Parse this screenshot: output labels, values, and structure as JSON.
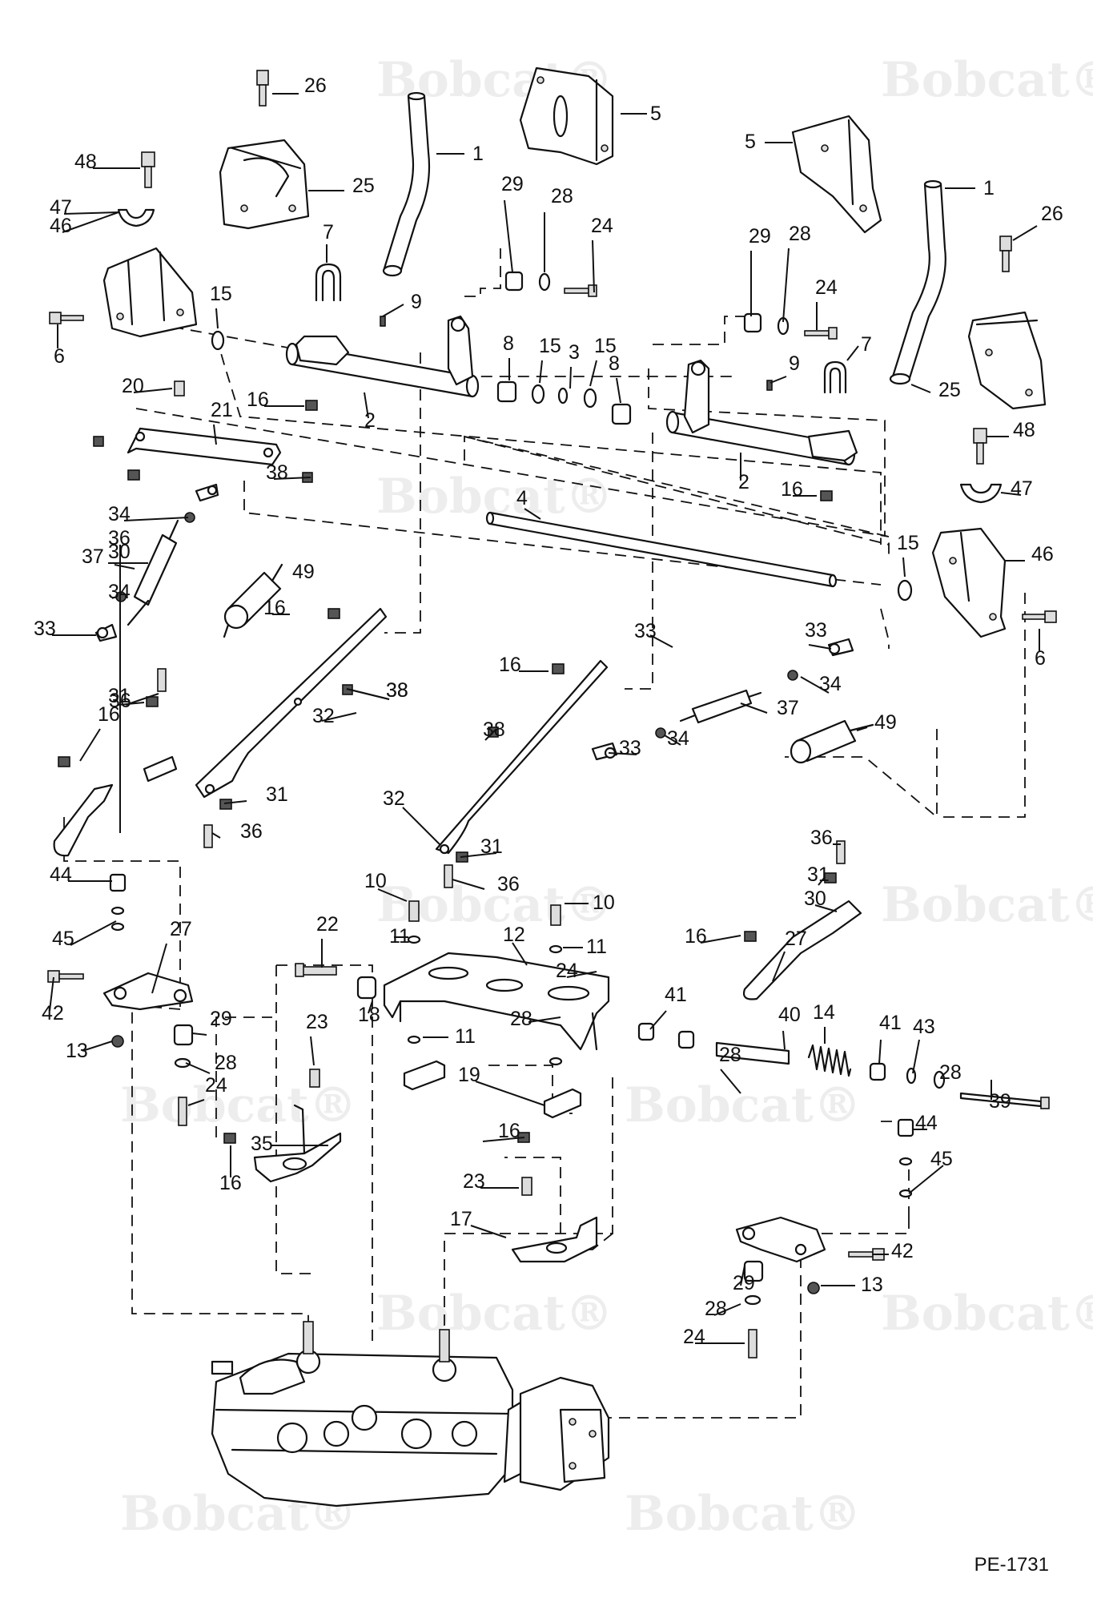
{
  "drawing_id": "PE-1731",
  "watermark": {
    "brand": "Bobcat",
    "mark": "®"
  },
  "callouts": [
    "1",
    "2",
    "3",
    "4",
    "5",
    "6",
    "7",
    "8",
    "9",
    "10",
    "11",
    "12",
    "13",
    "14",
    "15",
    "16",
    "17",
    "18",
    "19",
    "20",
    "21",
    "22",
    "23",
    "24",
    "25",
    "26",
    "27",
    "28",
    "29",
    "30",
    "31",
    "32",
    "33",
    "34",
    "35",
    "36",
    "37",
    "38",
    "39",
    "40",
    "41",
    "42",
    "43",
    "44",
    "45",
    "46",
    "47",
    "48",
    "49"
  ]
}
